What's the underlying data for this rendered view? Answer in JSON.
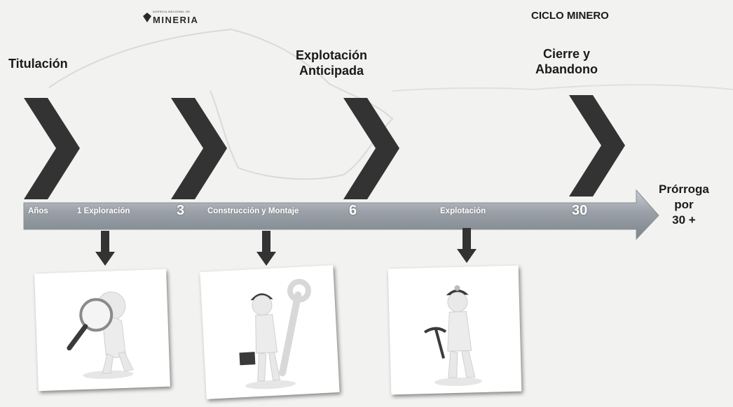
{
  "header": {
    "logo_small_text": "AGENCIA NACIONAL DE",
    "logo_main_text": "MINERIA",
    "diagram_title": "CICLO MINERO"
  },
  "stages": {
    "titulacion": "Titulación",
    "explotacion_anticipada_line1": "Explotación",
    "explotacion_anticipada_line2": "Anticipada",
    "cierre_line1": "Cierre y",
    "cierre_line2": "Abandono",
    "prorroga_line1": "Prórroga",
    "prorroga_line2": "por",
    "prorroga_line3": "30 +"
  },
  "timeline": {
    "anos_label": "Años",
    "phase_exploracion": "1 Exploración",
    "year_3": "3",
    "phase_construccion": "Construcción y Montaje",
    "year_6": "6",
    "phase_explotacion": "Explotación",
    "year_30": "30"
  },
  "icons": {
    "exploracion": "magnifier-figure-icon",
    "construccion": "worker-wrench-icon",
    "explotacion": "miner-pickaxe-icon"
  },
  "colors": {
    "chevron": "#333333",
    "band": "#9aa0a8",
    "text": "#1e1e1e"
  }
}
